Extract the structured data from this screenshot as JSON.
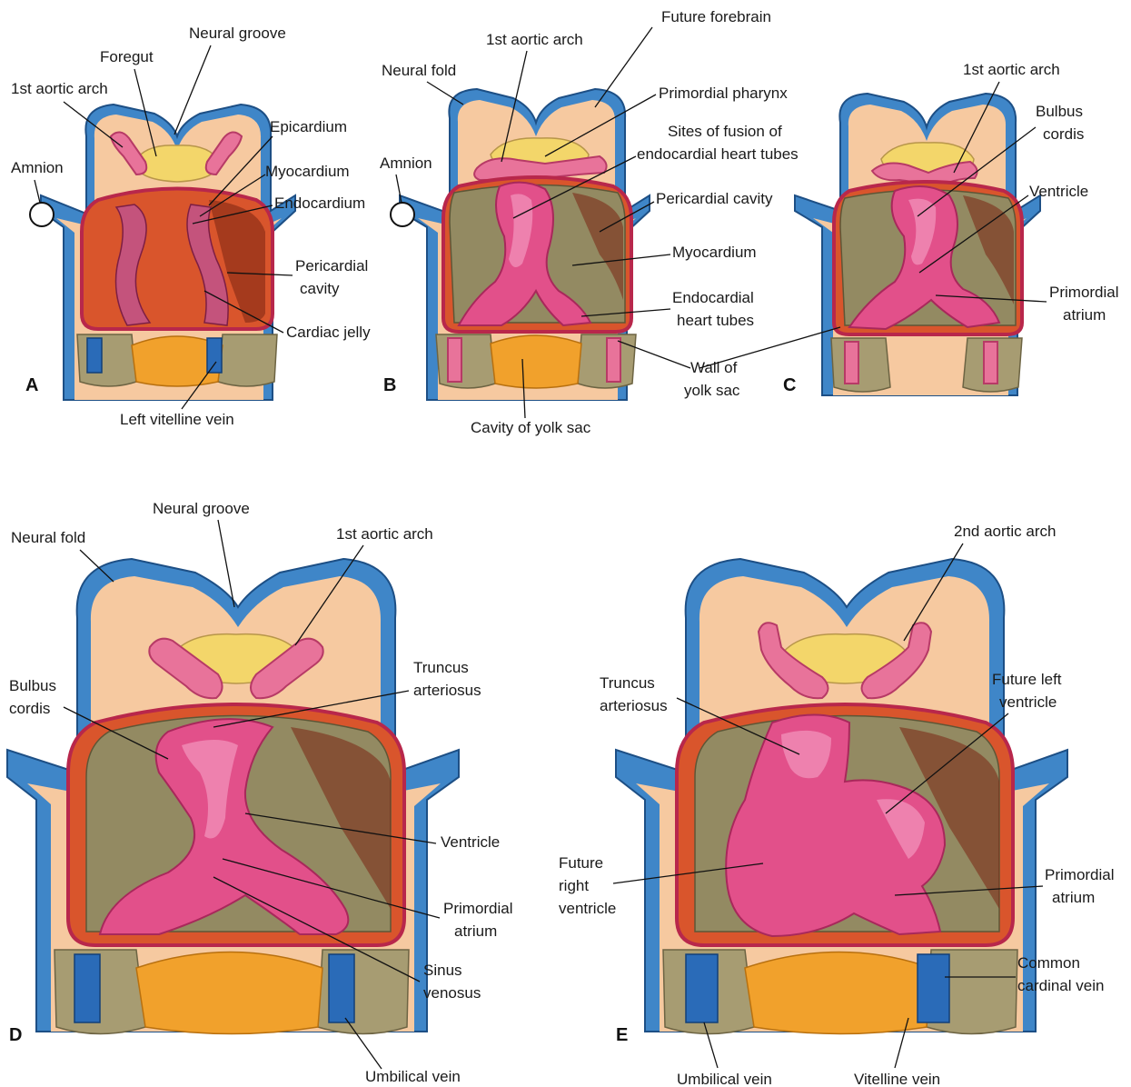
{
  "panels": {
    "A": {
      "letter": "A",
      "labels": {
        "neural_groove": "Neural groove",
        "foregut": "Foregut",
        "aortic_arch_1": "1st aortic arch",
        "amnion": "Amnion",
        "epicardium": "Epicardium",
        "myocardium": "Myocardium",
        "endocardium": "Endocardium",
        "pericardial_cavity_1": "Pericardial",
        "pericardial_cavity_2": "cavity",
        "cardiac_jelly": "Cardiac jelly",
        "left_vitelline_vein": "Left vitelline vein"
      }
    },
    "B": {
      "letter": "B",
      "labels": {
        "neural_fold": "Neural fold",
        "aortic_arch_1": "1st aortic arch",
        "amnion": "Amnion",
        "future_forebrain": "Future forebrain",
        "primordial_pharynx": "Primordial pharynx",
        "sites_fusion_1": "Sites of fusion of",
        "sites_fusion_2": "endocardial heart tubes",
        "pericardial_cavity": "Pericardial cavity",
        "myocardium": "Myocardium",
        "endocardial_tubes_1": "Endocardial",
        "endocardial_tubes_2": "heart tubes",
        "wall_yolk_1": "Wall of",
        "wall_yolk_2": "yolk sac",
        "cavity_yolk": "Cavity of yolk sac"
      }
    },
    "C": {
      "letter": "C",
      "labels": {
        "aortic_arch_1": "1st aortic arch",
        "bulbus_1": "Bulbus",
        "bulbus_2": "cordis",
        "ventricle": "Ventricle",
        "primordial_atrium_1": "Primordial",
        "primordial_atrium_2": "atrium"
      }
    },
    "D": {
      "letter": "D",
      "labels": {
        "neural_fold": "Neural fold",
        "neural_groove": "Neural groove",
        "aortic_arch_1": "1st aortic arch",
        "bulbus_1": "Bulbus",
        "bulbus_2": "cordis",
        "truncus_1": "Truncus",
        "truncus_2": "arteriosus",
        "ventricle": "Ventricle",
        "primordial_atrium_1": "Primordial",
        "primordial_atrium_2": "atrium",
        "sinus_1": "Sinus",
        "sinus_2": "venosus",
        "umbilical_vein": "Umbilical vein"
      }
    },
    "E": {
      "letter": "E",
      "labels": {
        "aortic_arch_2": "2nd aortic arch",
        "truncus_1": "Truncus",
        "truncus_2": "arteriosus",
        "future_left_1": "Future left",
        "future_left_2": "ventricle",
        "future_right_1": "Future",
        "future_right_2": "right",
        "future_right_3": "ventricle",
        "primordial_atrium_1": "Primordial",
        "primordial_atrium_2": "atrium",
        "common_cardinal_1": "Common",
        "common_cardinal_2": "cardinal vein",
        "umbilical_vein": "Umbilical vein",
        "vitelline_vein": "Vitelline vein"
      }
    }
  },
  "colors": {
    "ectoderm": "#3f86c8",
    "mesoderm": "#f6c9a0",
    "pericardial_cavity": "#d9552c",
    "heart_tube": "#e2508a",
    "myocardium": "#938a62",
    "foregut": "#f3d66a",
    "yolk_sac": "#f1a12c",
    "vein": "#2a6bb8"
  }
}
